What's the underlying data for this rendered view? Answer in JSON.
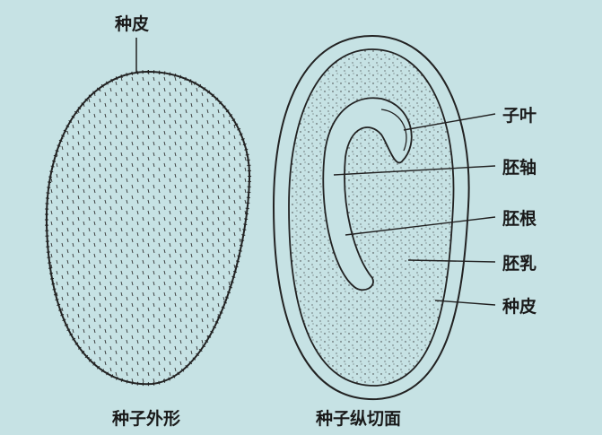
{
  "diagram": {
    "left": {
      "caption": "种子外形",
      "label_top": "种皮"
    },
    "right": {
      "caption": "种子纵切面",
      "labels": [
        "子叶",
        "胚轴",
        "胚根",
        "胚乳",
        "种皮"
      ]
    },
    "colors": {
      "background": "#c6e2e4",
      "ink": "#1a1a1a"
    }
  }
}
